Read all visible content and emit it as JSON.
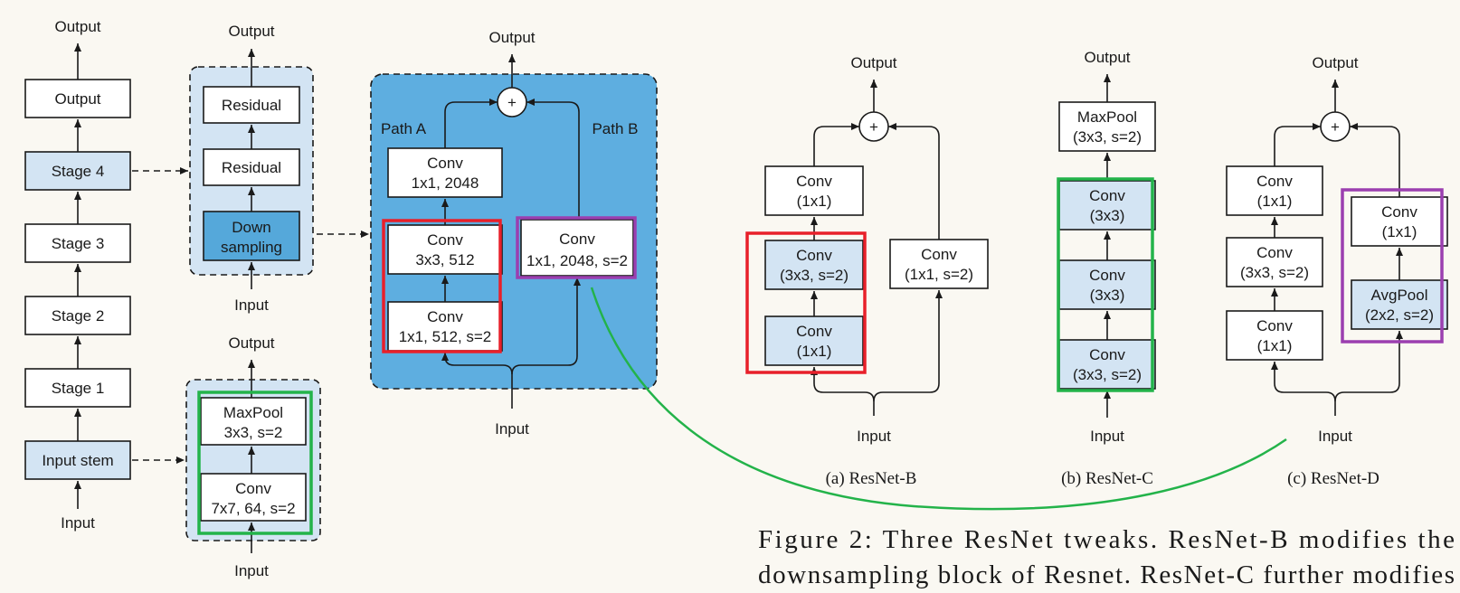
{
  "overall": {
    "output": "Output",
    "output_block": "Output",
    "stage4": "Stage 4",
    "stage3": "Stage 3",
    "stage2": "Stage 2",
    "stage1": "Stage 1",
    "input_stem": "Input stem",
    "input": "Input"
  },
  "stage_detail": {
    "output": "Output",
    "residual_1": "Residual",
    "residual_2": "Residual",
    "down_1": "Down",
    "down_2": "sampling",
    "input": "Input"
  },
  "stem_detail": {
    "output": "Output",
    "maxpool_1": "MaxPool",
    "maxpool_2": "3x3, s=2",
    "conv_1": "Conv",
    "conv_2": "7x7, 64, s=2",
    "input": "Input"
  },
  "downsampling": {
    "output": "Output",
    "plus": "+",
    "path_a": "Path A",
    "path_b": "Path B",
    "a_conv3_1": "Conv",
    "a_conv3_2": "1x1, 2048",
    "a_conv2_1": "Conv",
    "a_conv2_2": "3x3, 512",
    "a_conv1_1": "Conv",
    "a_conv1_2": "1x1, 512, s=2",
    "b_conv_1": "Conv",
    "b_conv_2": "1x1, 2048, s=2",
    "input": "Input"
  },
  "resnet_b": {
    "output": "Output",
    "plus": "+",
    "conv3_1": "Conv",
    "conv3_2": "(1x1)",
    "conv2_1": "Conv",
    "conv2_2": "(3x3, s=2)",
    "conv1_1": "Conv",
    "conv1_2": "(1x1)",
    "b_1": "Conv",
    "b_2": "(1x1, s=2)",
    "input": "Input",
    "caption": "(a) ResNet-B"
  },
  "resnet_c": {
    "output": "Output",
    "maxpool_1": "MaxPool",
    "maxpool_2": "(3x3, s=2)",
    "conv3_1": "Conv",
    "conv3_2": "(3x3)",
    "conv2_1": "Conv",
    "conv2_2": "(3x3)",
    "conv1_1": "Conv",
    "conv1_2": "(3x3, s=2)",
    "input": "Input",
    "caption": "(b) ResNet-C"
  },
  "resnet_d": {
    "output": "Output",
    "plus": "+",
    "conv3_1": "Conv",
    "conv3_2": "(1x1)",
    "conv2_1": "Conv",
    "conv2_2": "(3x3, s=2)",
    "conv1_1": "Conv",
    "conv1_2": "(1x1)",
    "b_conv_1": "Conv",
    "b_conv_2": "(1x1)",
    "b_pool_1": "AvgPool",
    "b_pool_2": "(2x2, s=2)",
    "input": "Input",
    "caption": "(c) ResNet-D"
  },
  "figure_caption": {
    "line1": "Figure 2: Three ResNet tweaks. ResNet-B modifies the",
    "line2": "downsampling block of Resnet. ResNet-C further modifies"
  },
  "colors": {
    "light_blue": "#d3e4f3",
    "dark_blue": "#55a8da",
    "red_highlight": "#e8202a",
    "purple_highlight": "#9b3fb0",
    "green_highlight": "#23b34a"
  }
}
